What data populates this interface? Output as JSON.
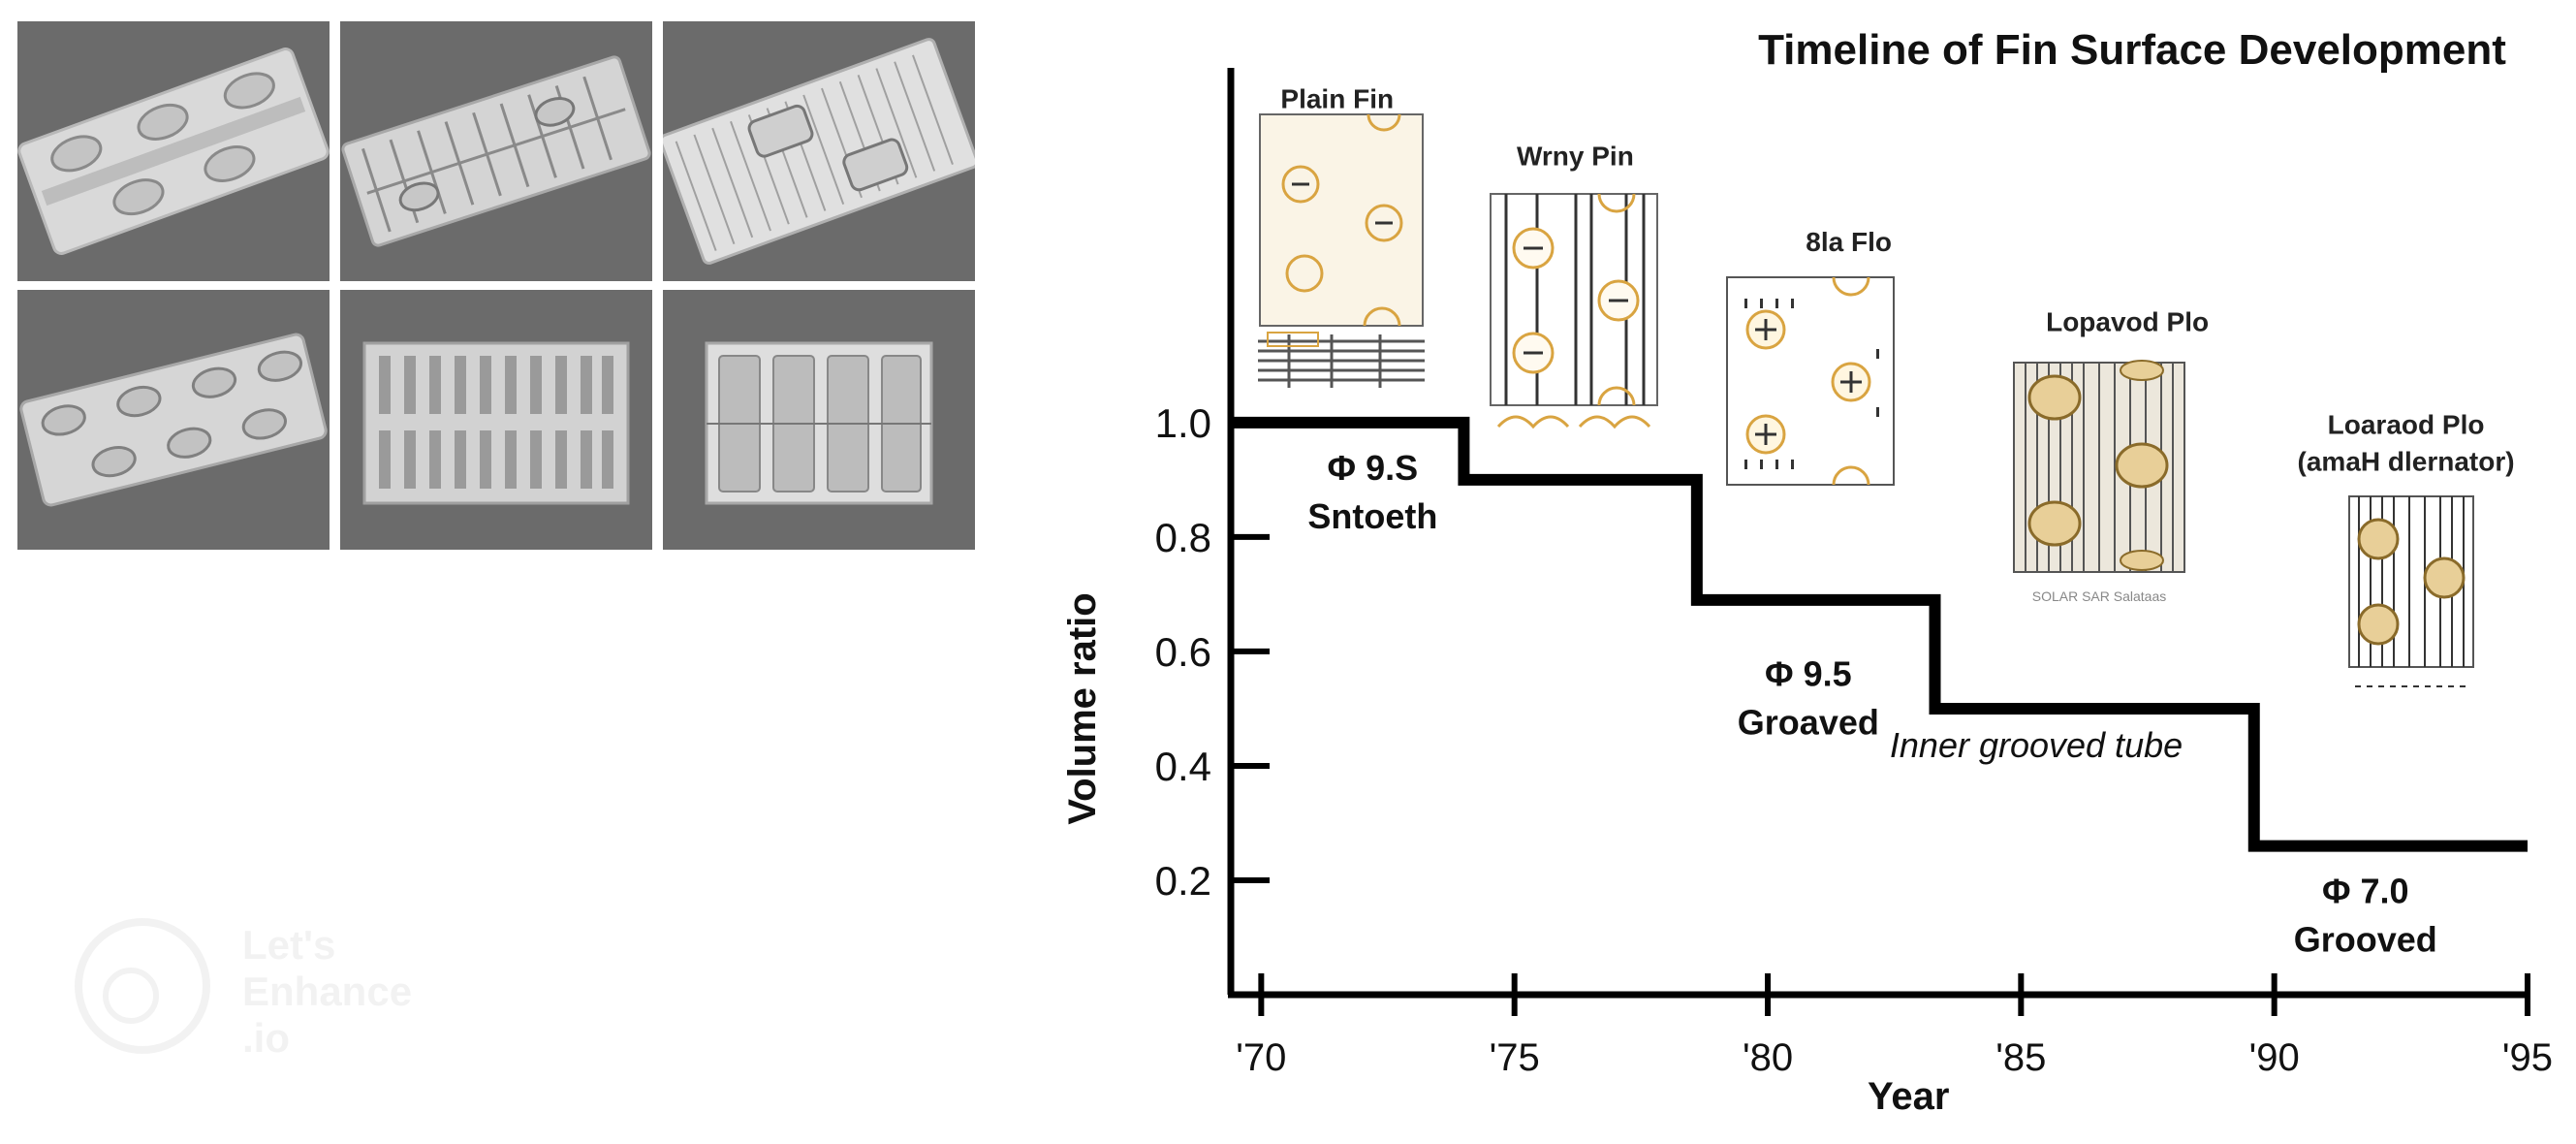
{
  "chart_data": {
    "type": "line",
    "step": true,
    "title": "Timeline of Fin Surface Development",
    "xlabel": "Year",
    "ylabel": "Volume ratio",
    "x_ticks": [
      1970,
      1975,
      1980,
      1985,
      1990,
      1995
    ],
    "x_tick_labels": [
      "'70",
      "'75",
      "'80",
      "'85",
      "'90",
      "'95"
    ],
    "y_ticks": [
      0.2,
      0.4,
      0.6,
      0.8,
      1.0
    ],
    "y_tick_labels": [
      "0.2",
      "0.4",
      "0.6",
      "0.8",
      "1.0"
    ],
    "xlim": [
      1969.4,
      1995.0
    ],
    "ylim": [
      0.0,
      1.62
    ],
    "grid": false,
    "series": [
      {
        "x": [
          1969.4,
          1974.0,
          1974.0,
          1978.6,
          1978.6,
          1983.3,
          1983.3,
          1989.6,
          1989.6,
          1995.0
        ],
        "y": [
          1.0,
          1.0,
          0.9,
          0.9,
          0.69,
          0.69,
          0.5,
          0.5,
          0.26,
          0.26
        ]
      }
    ],
    "annotations": [
      {
        "lines": [
          "Φ 9.S",
          "Sntoeth"
        ],
        "x": 1972.2,
        "y": 0.9,
        "style": "bold"
      },
      {
        "lines": [
          "Φ 9.5",
          "Groaved"
        ],
        "x": 1980.8,
        "y": 0.54,
        "style": "bold"
      },
      {
        "lines": [
          "Inner grooved tube"
        ],
        "x": 1985.3,
        "y": 0.415,
        "style": "italic"
      },
      {
        "lines": [
          "Φ 7.0",
          "Grooved"
        ],
        "x": 1991.8,
        "y": 0.16,
        "style": "bold"
      }
    ],
    "fin_labels": [
      {
        "lines": [
          "Plain Fin"
        ],
        "x": 1971.5,
        "y": 1.55
      },
      {
        "lines": [
          "Wrny Pin"
        ],
        "x": 1976.2,
        "y": 1.45
      },
      {
        "lines": [
          "8la Flo"
        ],
        "x": 1981.6,
        "y": 1.3
      },
      {
        "lines": [
          "Lopavod Plo"
        ],
        "x": 1987.1,
        "y": 1.16
      },
      {
        "lines": [
          "Loaraod Plo",
          "(amaH dlernator)"
        ],
        "x": 1992.6,
        "y": 0.98
      }
    ],
    "caption_small": "SOLAR SAR Salataas"
  },
  "watermark": {
    "lines": [
      "Let's",
      "Enhance",
      ".io"
    ]
  },
  "colors": {
    "line": "#000000",
    "fin_gold": "#d9a441",
    "fin_bg": "#f8f2e2",
    "tile_bg": "#6f6f6f"
  }
}
